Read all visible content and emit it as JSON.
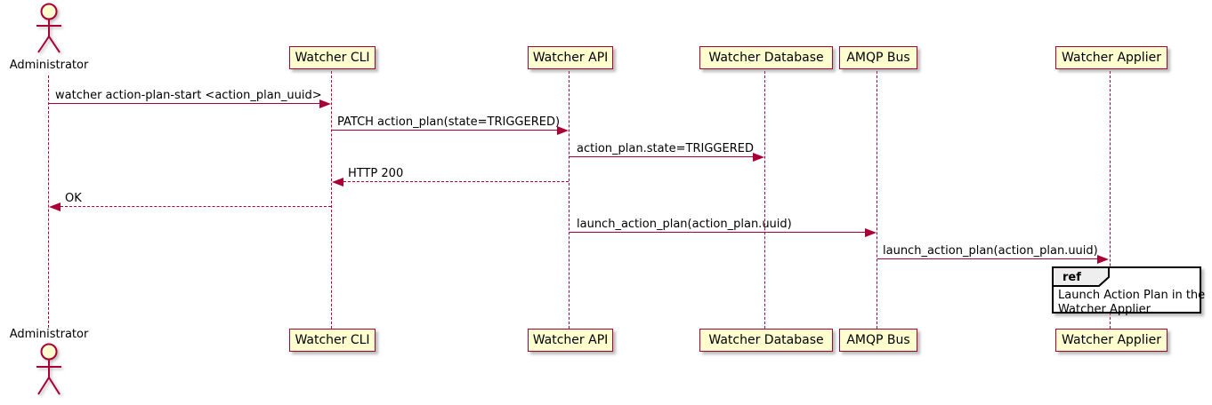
{
  "diagram": {
    "kind": "uml-sequence-diagram",
    "actor": {
      "label": "Administrator"
    },
    "participants": [
      {
        "label": "Watcher CLI"
      },
      {
        "label": "Watcher API"
      },
      {
        "label": "Watcher Database"
      },
      {
        "label": "AMQP Bus"
      },
      {
        "label": "Watcher Applier"
      }
    ],
    "messages": [
      {
        "from": "Administrator",
        "to": "Watcher CLI",
        "label": "watcher action-plan-start <action_plan_uuid>",
        "line": "solid",
        "direction": "right"
      },
      {
        "from": "Watcher CLI",
        "to": "Watcher API",
        "label": "PATCH action_plan(state=TRIGGERED)",
        "line": "solid",
        "direction": "right"
      },
      {
        "from": "Watcher API",
        "to": "Watcher Database",
        "label": "action_plan.state=TRIGGERED",
        "line": "solid",
        "direction": "right"
      },
      {
        "from": "Watcher API",
        "to": "Watcher CLI",
        "label": "HTTP 200",
        "line": "dashed",
        "direction": "left"
      },
      {
        "from": "Watcher CLI",
        "to": "Administrator",
        "label": "OK",
        "line": "dashed",
        "direction": "left"
      },
      {
        "from": "Watcher API",
        "to": "AMQP Bus",
        "label": "launch_action_plan(action_plan.uuid)",
        "line": "solid",
        "direction": "right"
      },
      {
        "from": "AMQP Bus",
        "to": "Watcher Applier",
        "label": "launch_action_plan(action_plan.uuid)",
        "line": "solid",
        "direction": "right"
      }
    ],
    "ref": {
      "tag": "ref",
      "lines": [
        "Launch Action Plan in the",
        "Watcher Applier"
      ]
    },
    "colors": {
      "line": "#A80036",
      "participant_fill": "#FEFECE",
      "participant_border": "#A80036",
      "ref_border": "#000000",
      "ref_tag_fill": "#EEEEEE",
      "text": "#000000"
    }
  }
}
